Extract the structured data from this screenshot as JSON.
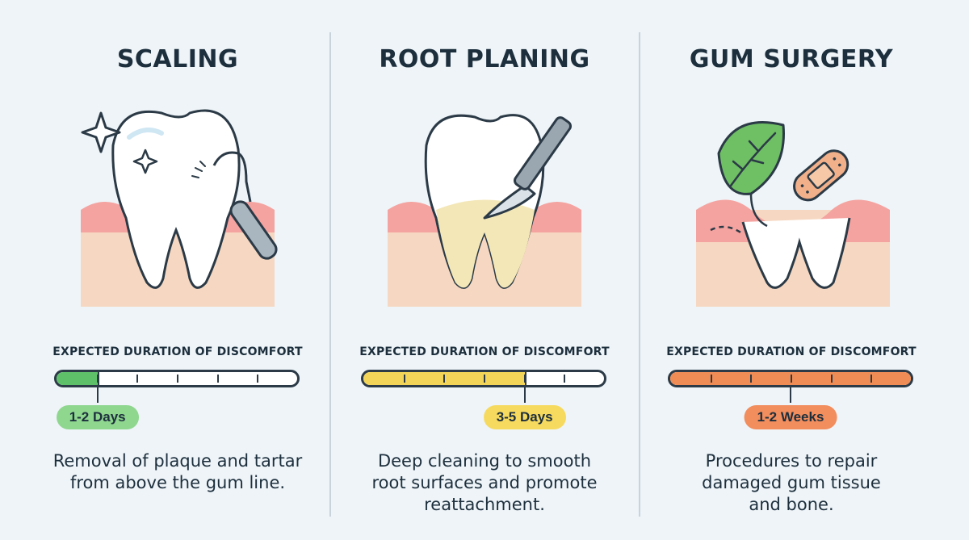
{
  "panels": [
    {
      "title": "SCALING",
      "duration_label": "EXPECTED DURATION OF DISCOMFORT",
      "badge": "1-2 Days",
      "fill_fraction": 0.17,
      "fill_color": "#5fc06a",
      "badge_color": "#8fd68f",
      "desc_lines": [
        "Removal of plaque and tartar",
        "from above the gum line."
      ]
    },
    {
      "title": "ROOT PLANING",
      "duration_label": "EXPECTED DURATION OF DISCOMFORT",
      "badge": "3-5 Days",
      "fill_fraction": 0.67,
      "fill_color": "#f2d558",
      "badge_color": "#f6da5f",
      "desc_lines": [
        "Deep cleaning to smooth",
        "root surfaces and promote",
        "reattachment."
      ]
    },
    {
      "title": "GUM SURGERY",
      "duration_label": "EXPECTED DURATION OF DISCOMFORT",
      "badge": "1-2 Weeks",
      "fill_fraction": 1.0,
      "fill_color": "#ef8c55",
      "badge_color": "#f28d5d",
      "desc_lines": [
        "Procedures to repair",
        "damaged gum tissue",
        "and bone."
      ]
    }
  ],
  "colors": {
    "background": "#eef4f8",
    "gum": "#f4a3a0",
    "gum_base": "#f6d8c2",
    "tooth": "#ffffff",
    "outline": "#2b3a46"
  },
  "icons": [
    "sparkle-icon",
    "scaler-tool-icon",
    "scalpel-icon",
    "leaf-icon",
    "bandage-icon"
  ]
}
